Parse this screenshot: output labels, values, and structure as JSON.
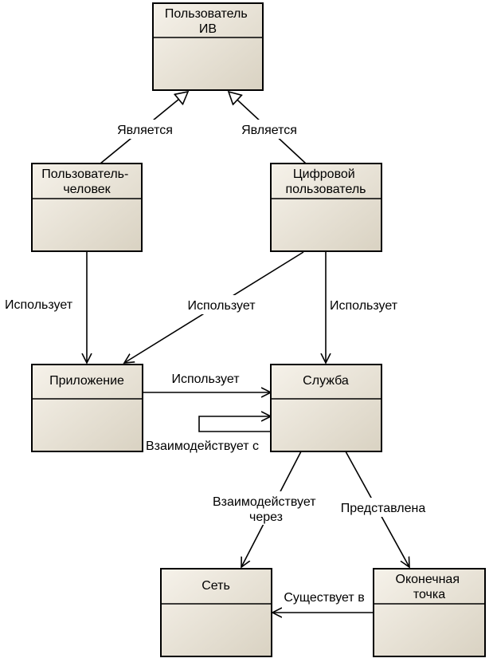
{
  "classes": {
    "user_iv": [
      "Пользователь",
      "ИВ"
    ],
    "human_user": [
      "Пользователь-",
      "человек"
    ],
    "digital_user": [
      "Цифровой",
      "пользователь"
    ],
    "application": [
      "Приложение"
    ],
    "service": [
      "Служба"
    ],
    "network": [
      "Сеть"
    ],
    "endpoint": [
      "Оконечная",
      "точка"
    ]
  },
  "relations": {
    "human_is": "Является",
    "digital_is": "Является",
    "human_uses_app": "Использует",
    "digital_uses_app": "Использует",
    "digital_uses_service": "Использует",
    "app_uses_service": "Использует",
    "service_self": "Взаимодействует с",
    "service_network": [
      "Взаимодействует",
      "через"
    ],
    "service_endpoint": "Представлена",
    "endpoint_network": "Существует в"
  }
}
